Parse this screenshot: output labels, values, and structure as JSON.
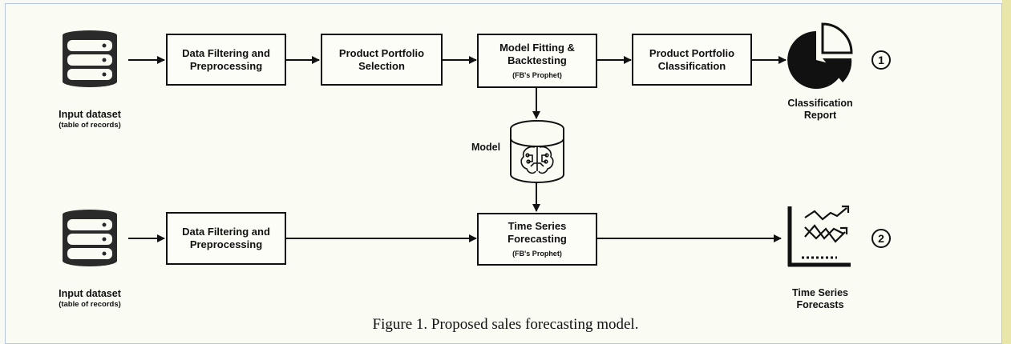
{
  "diagram": {
    "rows": [
      {
        "input": {
          "label": "Input dataset",
          "sublabel": "(table of records)"
        },
        "steps": [
          {
            "label": "Data Filtering and\nPreprocessing",
            "sublabel": ""
          },
          {
            "label": "Product Portfolio\nSelection",
            "sublabel": ""
          },
          {
            "label": "Model Fitting &\nBacktesting",
            "sublabel": "(FB's Prophet)"
          },
          {
            "label": "Product Portfolio\nClassification",
            "sublabel": ""
          }
        ],
        "output": {
          "label": "Classification\nReport",
          "icon": "pie-chart-icon"
        },
        "number": "1"
      },
      {
        "input": {
          "label": "Input dataset",
          "sublabel": "(table of records)"
        },
        "steps": [
          {
            "label": "Data Filtering and\nPreprocessing",
            "sublabel": ""
          },
          {
            "label": "Time Series\nForecasting",
            "sublabel": "(FB's Prophet)"
          }
        ],
        "output": {
          "label": "Time Series\nForecasts",
          "icon": "line-chart-icon"
        },
        "number": "2"
      }
    ],
    "model": {
      "label": "Model",
      "icon": "brain-chip-icon"
    },
    "caption": "Figure 1. Proposed sales forecasting model."
  }
}
